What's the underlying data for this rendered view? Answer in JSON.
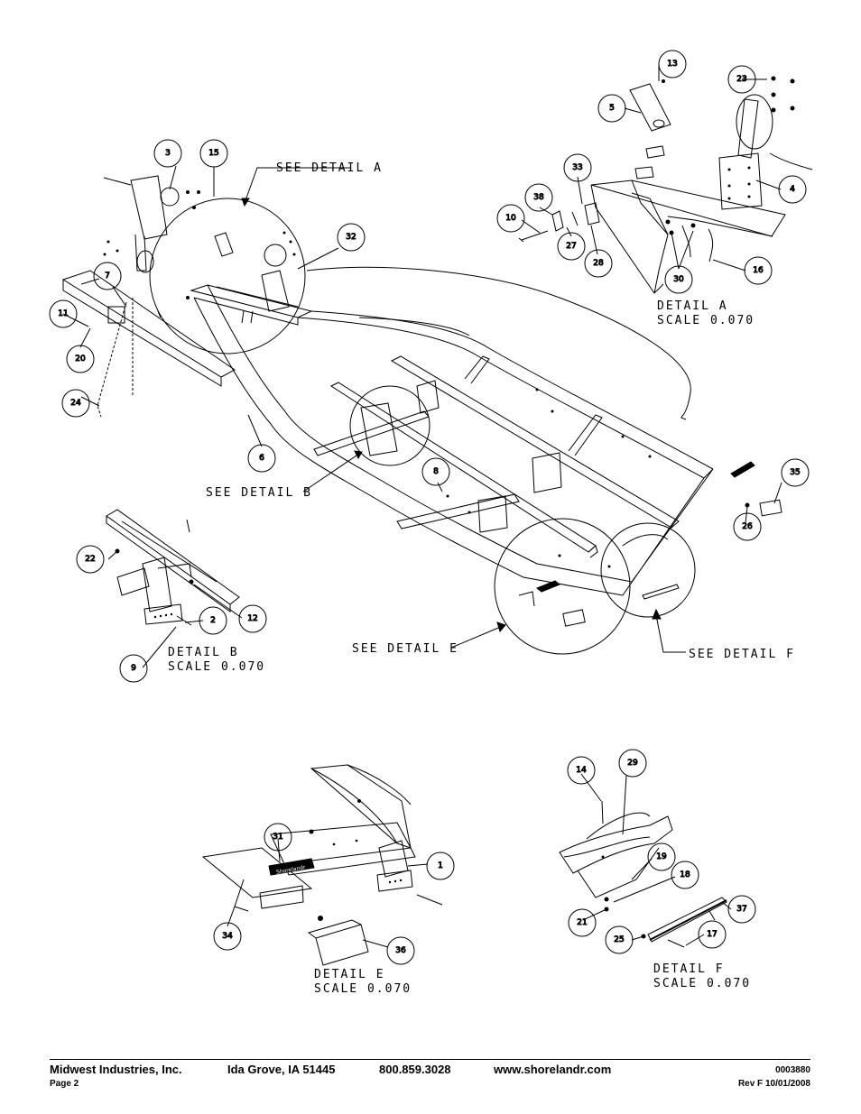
{
  "callouts": {
    "c1": "1",
    "c2": "2",
    "c3": "3",
    "c4": "4",
    "c5": "5",
    "c6": "6",
    "c7": "7",
    "c8": "8",
    "c9": "9",
    "c10": "10",
    "c11": "11",
    "c12": "12",
    "c13": "13",
    "c14": "14",
    "c15": "15",
    "c16": "16",
    "c17": "17",
    "c18": "18",
    "c19": "19",
    "c20": "20",
    "c21": "21",
    "c22": "22",
    "c23": "23",
    "c24": "24",
    "c25": "25",
    "c26": "26",
    "c27": "27",
    "c28": "28",
    "c29": "29",
    "c30": "30",
    "c31": "31",
    "c32": "32",
    "c33": "33",
    "c34": "34",
    "c35": "35",
    "c36": "36",
    "c37": "37",
    "c38": "38"
  },
  "labels": {
    "see_detail_a": "SEE DETAIL  A",
    "see_detail_b": "SEE DETAIL  B",
    "see_detail_e": "SEE DETAIL  E",
    "see_detail_f": "SEE DETAIL  F",
    "detail_a": "DETAIL  A",
    "detail_b": "DETAIL  B",
    "detail_e": "DETAIL  E",
    "detail_f": "DETAIL  F",
    "scale": "SCALE  0.070"
  },
  "stamp_text": "Shorelandr",
  "footer": {
    "company": "Midwest Industries, Inc.",
    "city": "Ida Grove, IA  51445",
    "phone": "800.859.3028",
    "website": "www.shorelandr.com",
    "page": "Page 2",
    "doc_number": "0003880",
    "revision": "Rev F  10/01/2008"
  }
}
